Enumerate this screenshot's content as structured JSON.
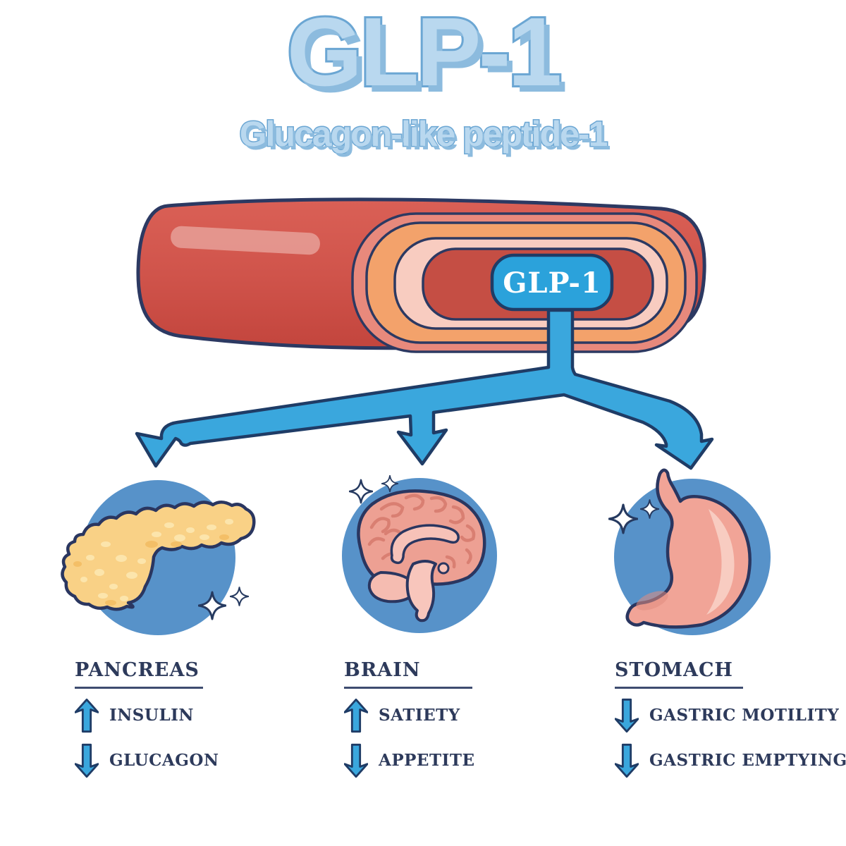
{
  "title": {
    "main": "GLP-1",
    "subtitle": "Glucagon-like peptide-1"
  },
  "vessel": {
    "label": "GLP-1"
  },
  "sections": [
    {
      "id": "pancreas",
      "heading": "PANCREAS",
      "organ": "pancreas",
      "items": [
        {
          "direction": "up",
          "symbol": "#arrow-up",
          "label": "INSULIN"
        },
        {
          "direction": "down",
          "symbol": "#arrow-down",
          "label": "GLUCAGON"
        }
      ]
    },
    {
      "id": "brain",
      "heading": "BRAIN",
      "organ": "brain",
      "items": [
        {
          "direction": "up",
          "symbol": "#arrow-up",
          "label": "SATIETY"
        },
        {
          "direction": "down",
          "symbol": "#arrow-down",
          "label": "APPETITE"
        }
      ]
    },
    {
      "id": "stomach",
      "heading": "STOMACH",
      "organ": "stomach",
      "items": [
        {
          "direction": "down",
          "symbol": "#arrow-down",
          "label": "GASTRIC MOTILITY"
        },
        {
          "direction": "down",
          "symbol": "#arrow-down",
          "label": "GASTRIC EMPTYING"
        }
      ]
    }
  ],
  "colors": {
    "title_fill": "#b9d8ef",
    "title_stroke": "#6ba6d3",
    "arrow_blue": "#3aa7dd",
    "circle_blue": "#5792c9",
    "navy_outline": "#1f3c66",
    "text_navy": "#2d3a5b",
    "vessel_red": "#d05a50",
    "pill_blue": "#2ba2db",
    "pancreas_yellow": "#f9d186",
    "brain_pink": "#eda093",
    "stomach_pink": "#f1a497"
  }
}
